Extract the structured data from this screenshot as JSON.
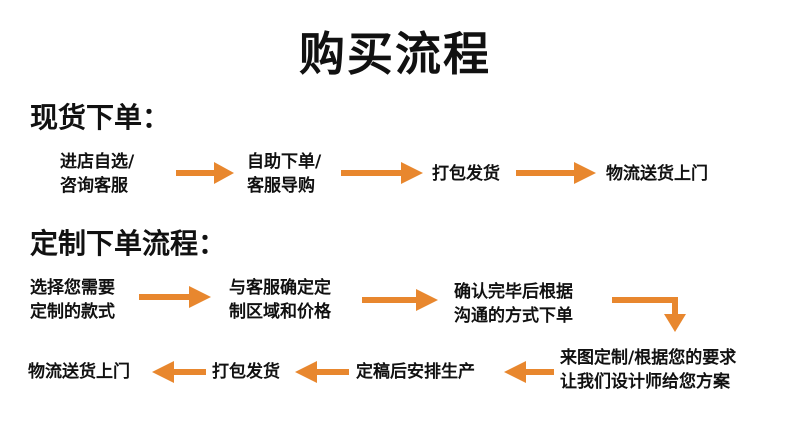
{
  "title": "购买流程",
  "colors": {
    "arrow": "#E8872E",
    "text": "#111111",
    "background": "#ffffff"
  },
  "section1": {
    "heading": "现货下单：",
    "steps": [
      {
        "line1": "进店自选/",
        "line2": "咨询客服"
      },
      {
        "line1": "自助下单/",
        "line2": "客服导购"
      },
      {
        "line1": "打包发货"
      },
      {
        "line1": "物流送货上门"
      }
    ]
  },
  "section2": {
    "heading": "定制下单流程：",
    "row1": [
      {
        "line1": "选择您需要",
        "line2": "定制的款式"
      },
      {
        "line1": "与客服确定定",
        "line2": "制区域和价格"
      },
      {
        "line1": "确认完毕后根据",
        "line2": "沟通的方式下单"
      }
    ],
    "row2": [
      {
        "line1": "来图定制/根据您的要求",
        "line2": "让我们设计师给您方案"
      },
      {
        "line1": "定稿后安排生产"
      },
      {
        "line1": "打包发货"
      },
      {
        "line1": "物流送货上门"
      }
    ]
  }
}
